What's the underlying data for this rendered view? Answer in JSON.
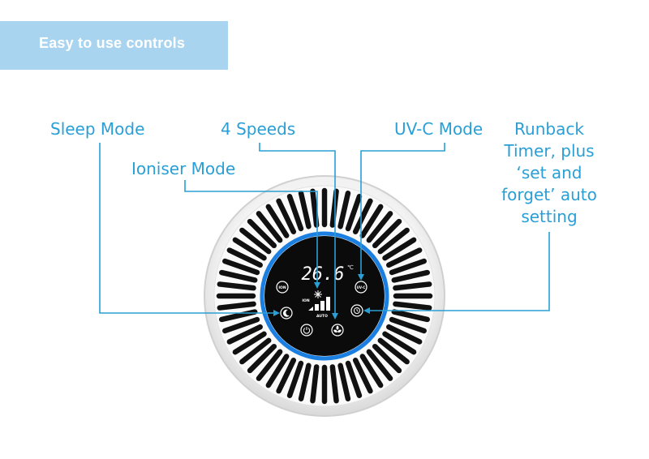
{
  "banner": {
    "title": "Easy to use controls"
  },
  "callouts": {
    "sleep": "Sleep Mode",
    "speeds": "4 Speeds",
    "uvc": "UV-C Mode",
    "ioniser": "Ioniser Mode",
    "runback_lines": [
      "Runback",
      "Timer, plus",
      "‘set and",
      "forget’ auto",
      "setting"
    ]
  },
  "panel": {
    "display_value": "26.6",
    "display_unit": "℃",
    "ion_button": "ION",
    "ion_indicator": "ION",
    "uvc_button": "UV-C",
    "auto_label": "AUTO"
  },
  "colors": {
    "accent": "#2a9fd6",
    "banner": "#a9d4ef",
    "ring_glow": "#1a7fe0",
    "panel": "#0b0b0b",
    "vents": "#111111"
  },
  "icons": [
    "sleep-moon-icon",
    "power-icon",
    "fan-icon",
    "timer-icon",
    "ioniser-sparkle-icon",
    "speed-bars-icon"
  ]
}
